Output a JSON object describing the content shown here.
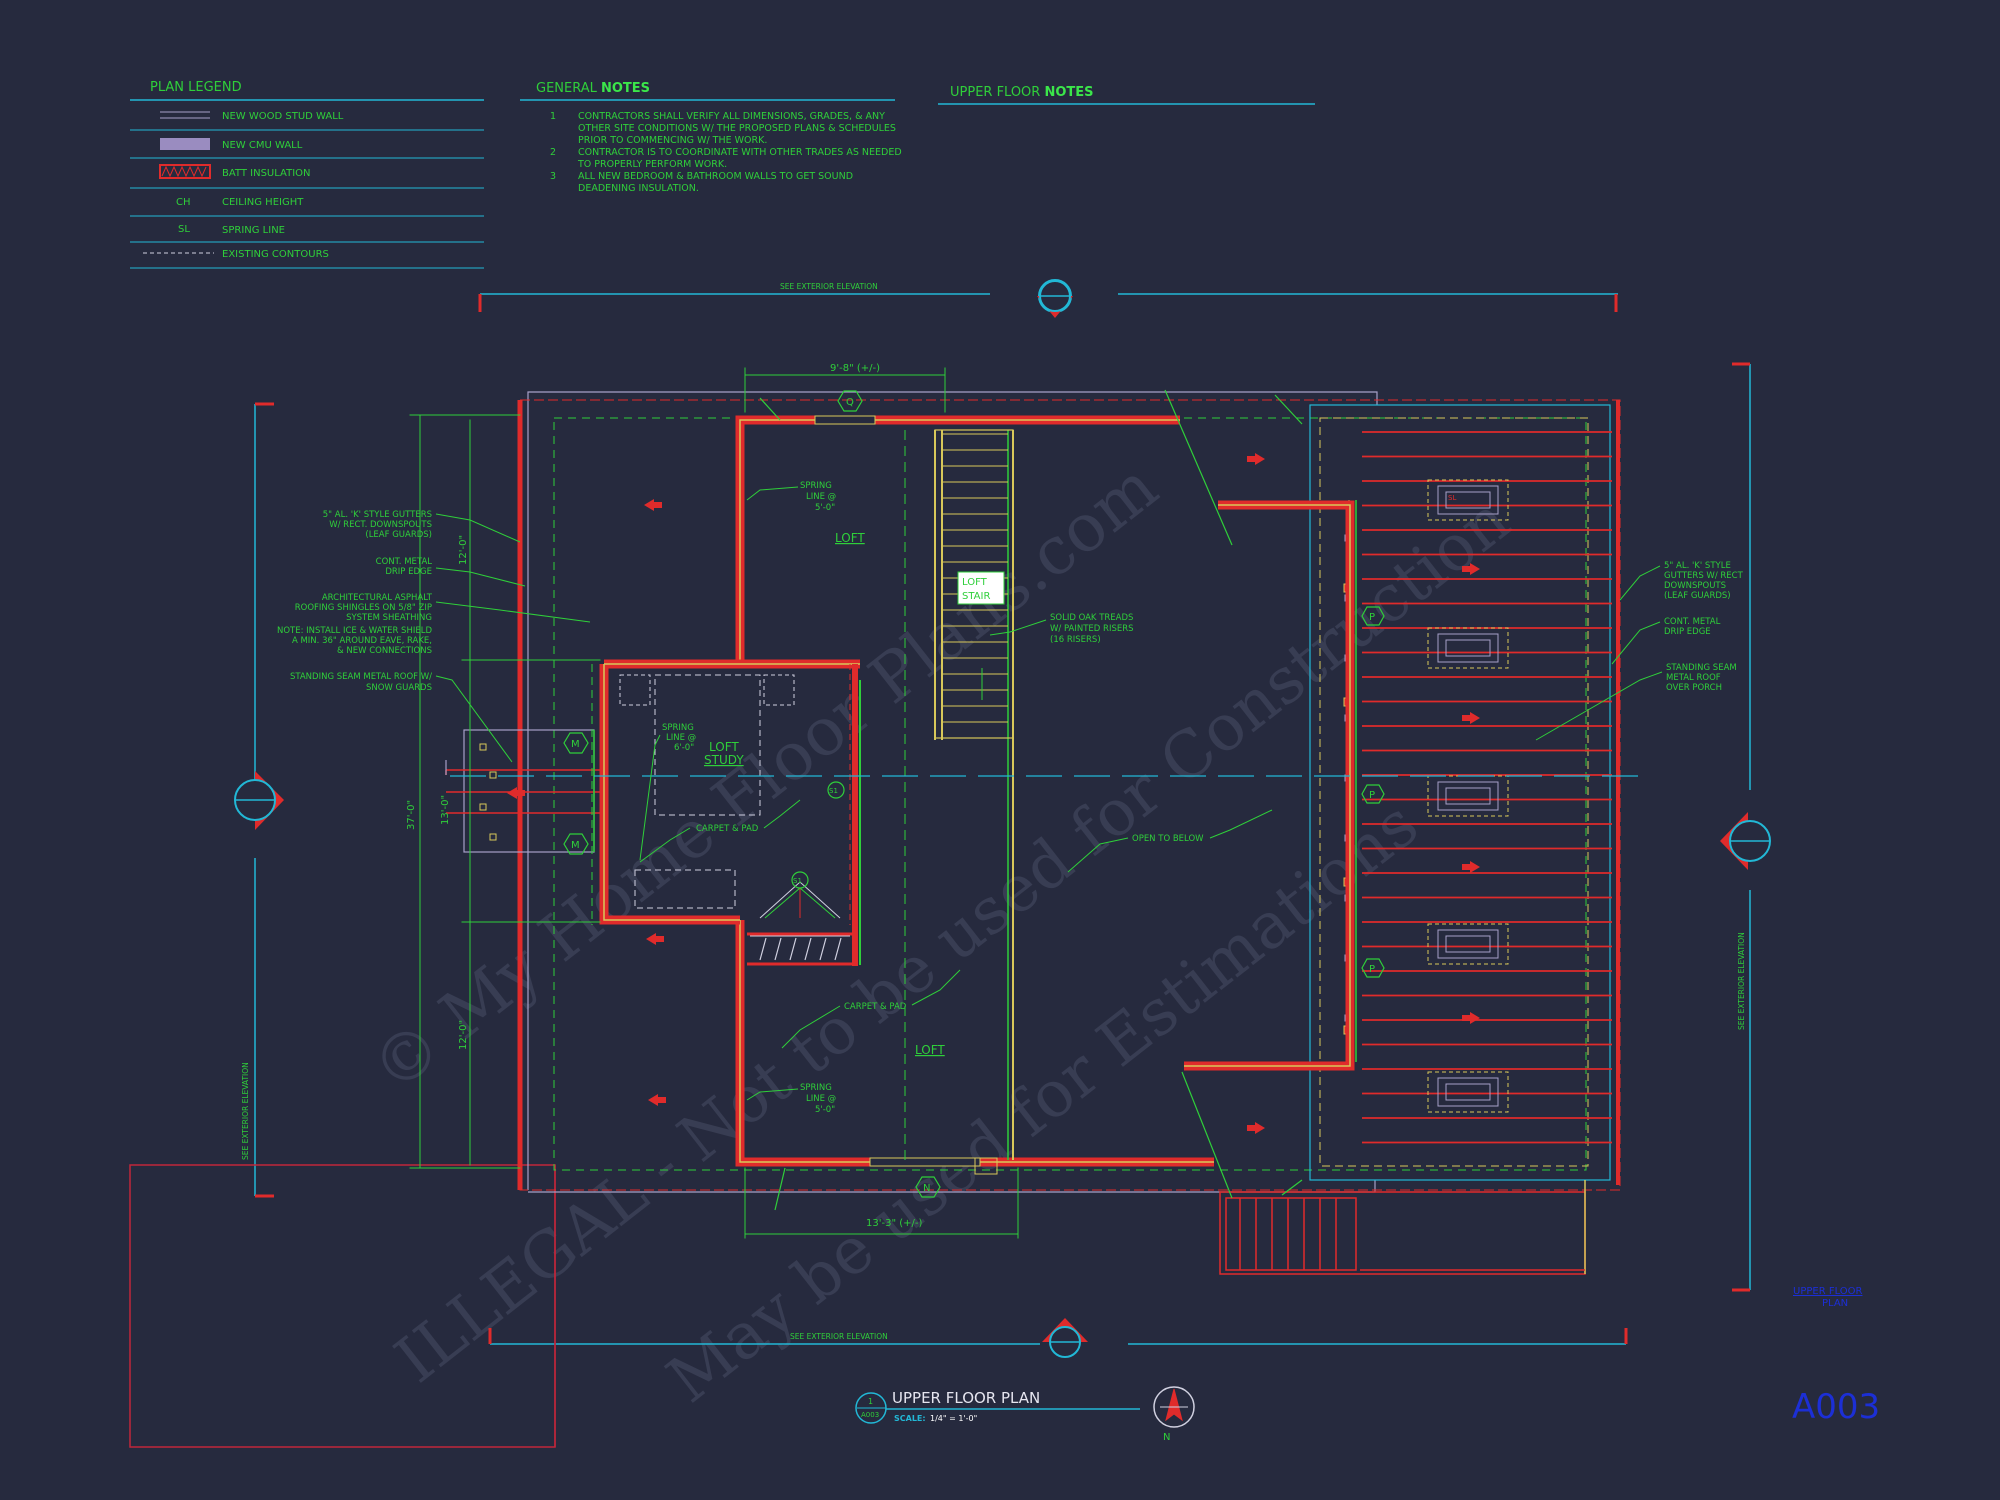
{
  "legend": {
    "title": "PLAN LEGEND",
    "items": [
      {
        "label": "NEW WOOD STUD WALL"
      },
      {
        "label": "NEW CMU WALL"
      },
      {
        "label": "BATT INSULATION"
      },
      {
        "symbol": "CH",
        "label": "CEILING HEIGHT"
      },
      {
        "symbol": "SL",
        "label": "SPRING LINE"
      },
      {
        "label": "EXISTING CONTOURS"
      }
    ]
  },
  "general_notes": {
    "title_a": "GENERAL ",
    "title_b": "NOTES",
    "items": [
      {
        "num": "1",
        "lines": [
          "CONTRACTORS SHALL VERIFY ALL DIMENSIONS, GRADES, & ANY",
          "OTHER SITE CONDITIONS W/ THE PROPOSED PLANS & SCHEDULES",
          "PRIOR TO COMMENCING W/ THE WORK."
        ]
      },
      {
        "num": "2",
        "lines": [
          "CONTRACTOR IS TO COORDINATE WITH OTHER TRADES AS NEEDED",
          "TO PROPERLY PERFORM WORK."
        ]
      },
      {
        "num": "3",
        "lines": [
          "ALL NEW BEDROOM & BATHROOM WALLS TO GET SOUND",
          "DEADENING INSULATION."
        ]
      }
    ]
  },
  "upper_notes": {
    "title_a": "UPPER FLOOR ",
    "title_b": "NOTES"
  },
  "elevation_refs": {
    "top": "SEE EXTERIOR ELEVATION",
    "bottom": "SEE EXTERIOR ELEVATION",
    "left": "SEE EXTERIOR ELEVATION",
    "right": "SEE EXTERIOR ELEVATION"
  },
  "dimensions": {
    "top": "9'-8\" (+/-)",
    "bottom": "13'-3\" (+/-)",
    "left_upper": "12'-0\"",
    "left_total": "37'-0\"",
    "left_mid": "13'-0\"",
    "left_lower": "12'-0\""
  },
  "rooms": {
    "loft_top": "LOFT",
    "loft_bottom": "LOFT",
    "loft_study_1": "LOFT",
    "loft_study_2": "STUDY",
    "loft_stair_1": "LOFT",
    "loft_stair_2": "STAIR"
  },
  "callouts": {
    "spring_top": [
      "SPRING",
      "LINE @",
      "5'-0\""
    ],
    "spring_study": [
      "SPRING",
      "LINE @",
      "6'-0\""
    ],
    "spring_bottom": [
      "SPRING",
      "LINE @",
      "5'-0\""
    ],
    "carpet_1": "CARPET & PAD",
    "carpet_2": "CARPET & PAD",
    "treads": [
      "SOLID OAK TREADS",
      "W/ PAINTED RISERS",
      "(16 RISERS)"
    ],
    "open_below": "OPEN TO BELOW",
    "left_gutters": [
      "5\" AL. 'K' STYLE GUTTERS",
      "W/ RECT. DOWNSPOUTS",
      "(LEAF GUARDS)"
    ],
    "left_drip": [
      "CONT. METAL",
      "DRIP EDGE"
    ],
    "left_roofing": [
      "ARCHITECTURAL ASPHALT",
      "ROOFING SHINGLES ON 5/8\" ZIP",
      "SYSTEM SHEATHING",
      "NOTE: INSTALL ICE & WATER SHIELD",
      "A MIN. 36\" AROUND EAVE, RAKE,",
      "& NEW CONNECTIONS"
    ],
    "left_standing": [
      "STANDING SEAM METAL ROOF W/",
      "SNOW GUARDS"
    ],
    "right_gutters": [
      "5\" AL. 'K' STYLE",
      "GUTTERS W/ RECT",
      "DOWNSPOUTS",
      "(LEAF GUARDS)"
    ],
    "right_drip": [
      "CONT. METAL",
      "DRIP EDGE"
    ],
    "right_standing": [
      "STANDING SEAM",
      "METAL ROOF",
      "OVER PORCH"
    ]
  },
  "tags": {
    "grid_q": "Q",
    "grid_n": "N",
    "m_top": "M",
    "m_bottom": "M",
    "p1": "P",
    "p2": "P",
    "p3": "P",
    "s1": "S1",
    "s2": "S1",
    "skylight": "SL"
  },
  "title_block": {
    "title": "UPPER FLOOR PLAN",
    "scale_label": "SCALE:",
    "scale_value": "1/4\" = 1'-0\"",
    "detail_num": "1",
    "detail_sheet": "A003",
    "north": "N"
  },
  "sheet": {
    "name_1": "UPPER FLOOR",
    "name_2": "PLAN",
    "number": "A003"
  },
  "watermarks": {
    "line1": "© My Home Floor Plans.com",
    "line2": "ILLEGAL - Not to be used for Construction",
    "line3": "May be used for Estimations"
  },
  "colors": {
    "background": "#262a3e",
    "cyan": "#22b8d6",
    "green": "#2fcf3a",
    "red": "#e02b2b",
    "yellow": "#d8c85a",
    "blue": "#1c2fd6"
  }
}
